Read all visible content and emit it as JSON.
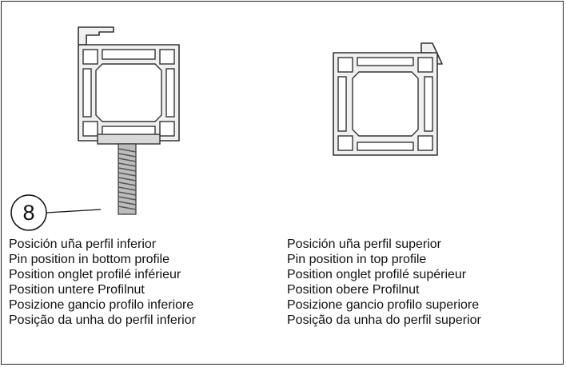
{
  "callout": {
    "number": "8"
  },
  "captions": {
    "bottom": [
      "Posición uña perfil inferior",
      "Pin position in bottom profile",
      "Position onglet profilé inférieur",
      "Position untere Profilnut",
      "Posizione gancio profilo inferiore",
      "Posição da unha do perfil inferior"
    ],
    "top": [
      "Posición uña perfil superior",
      "Pin position in top profile",
      "Position onglet profilé supérieur",
      "Position obere Profilnut",
      "Posizione gancio profilo superiore",
      "Posição da unha do perfil superior"
    ]
  }
}
